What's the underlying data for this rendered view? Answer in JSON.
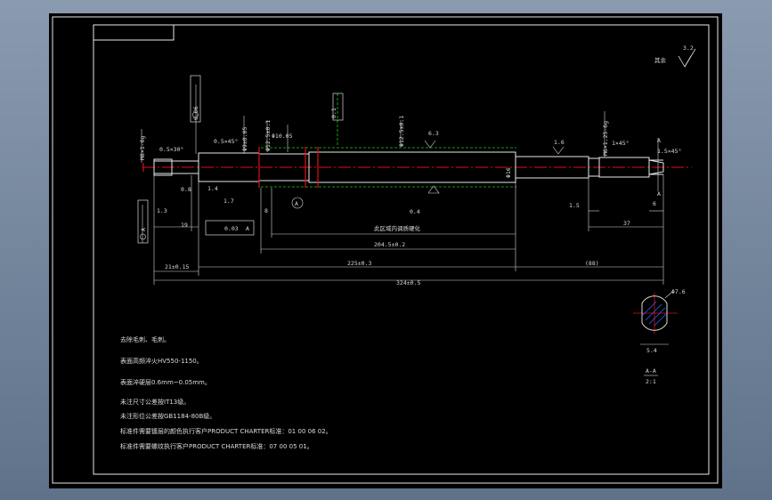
{
  "roughness": {
    "label": "其余",
    "value": "3.2"
  },
  "left_annotations": {
    "thread_left": "M8×1-6g",
    "chamfer_left": "0.5×30°",
    "chamfer2": "0.5×45°",
    "dia_mid": "Φ9±0.05",
    "dim_1_4": "1.4",
    "dim_1_3": "1.3",
    "dim_19": "19",
    "dim_8": "8",
    "dim_1_7": "1.7",
    "dia_10": "Φ10.05",
    "dia_12a": "Φ12.5±0.1",
    "dia_12b": "Φ12.5±0.1",
    "rough_6_3": "6.3",
    "rough_0_8": "0.8",
    "rough_0_4": "0.4",
    "runout1": "0.1",
    "runout2": "0.06",
    "runout_a": "A",
    "label_mid": "A",
    "tol_frame_val": "0.03",
    "tol_frame_ref": "A",
    "phi16": "Φ16"
  },
  "right_annotations": {
    "thread_right": "M6×1.25-6g",
    "chamfer_right": "1×45°",
    "dim_1_6": "1.6",
    "dim_1_5": "1.5",
    "dim_6": "6",
    "dim_37": "37",
    "section_ref": "A",
    "dim_angle": "1.5×45°"
  },
  "dimensions": {
    "hardened": "此区域内调质硬化",
    "dim_204": "204.5±0.2",
    "dim_225": "225±0.3",
    "dim_88": "(88)",
    "dim_21": "21±0.15",
    "dim_324": "324±0.5"
  },
  "section": {
    "diameter": "Φ7.6",
    "width": "5.4",
    "title": "A-A",
    "scale": "2:1"
  },
  "notes": [
    "去除毛刺、毛刺。",
    "表面高频淬火HV550-1150。",
    "表面淬硬层0.6mm~0.05mm。",
    "未注尺寸公差按IT13级。",
    "未注形位公差按GB1184-80B级。",
    "标准件需要镀层的颜色执行客户PRODUCT CHARTER标准：01 00 06 02。",
    "标准件需要螺纹执行客户PRODUCT CHARTER标准：07 00 05 01。"
  ]
}
